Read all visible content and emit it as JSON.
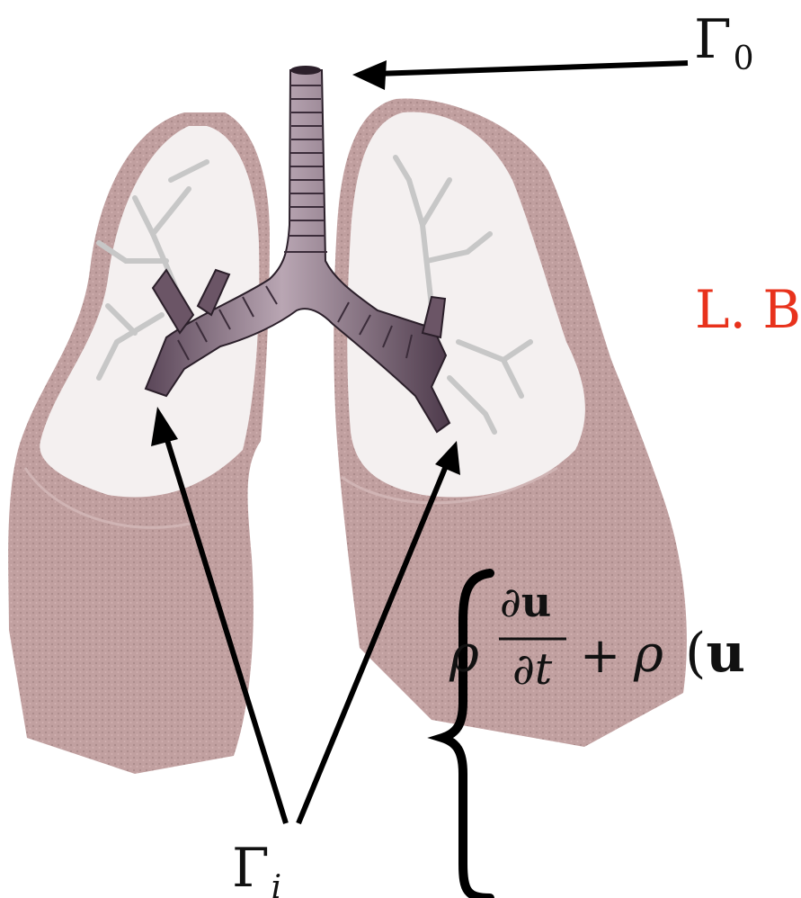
{
  "labels": {
    "gamma0": {
      "symbol": "Γ",
      "subscript": "0"
    },
    "gammai": {
      "symbol": "Γ",
      "subscript": "i"
    },
    "red_text": "L. B",
    "equation": {
      "rho": "ρ",
      "numerator_partial": "∂",
      "numerator_var": "u",
      "denominator_partial": "∂",
      "denominator_var": "t",
      "plus": "+",
      "rho2": "ρ",
      "open_paren": "(",
      "trailing": "u"
    }
  },
  "colors": {
    "red_text": "#e8321c",
    "arrows": "#000000",
    "trachea": "#6b5566",
    "trachea_light": "#b9a6b3",
    "lung_tissue": "#b68f8f",
    "lung_light": "#e9dede",
    "bronchi_branches": "#cbcbcb"
  },
  "icons": [
    "trachea-illustration",
    "left-lung-illustration",
    "right-lung-illustration",
    "arrow-to-gamma0",
    "arrow-to-left-bronchus",
    "arrow-to-right-bronchus",
    "curly-brace"
  ]
}
